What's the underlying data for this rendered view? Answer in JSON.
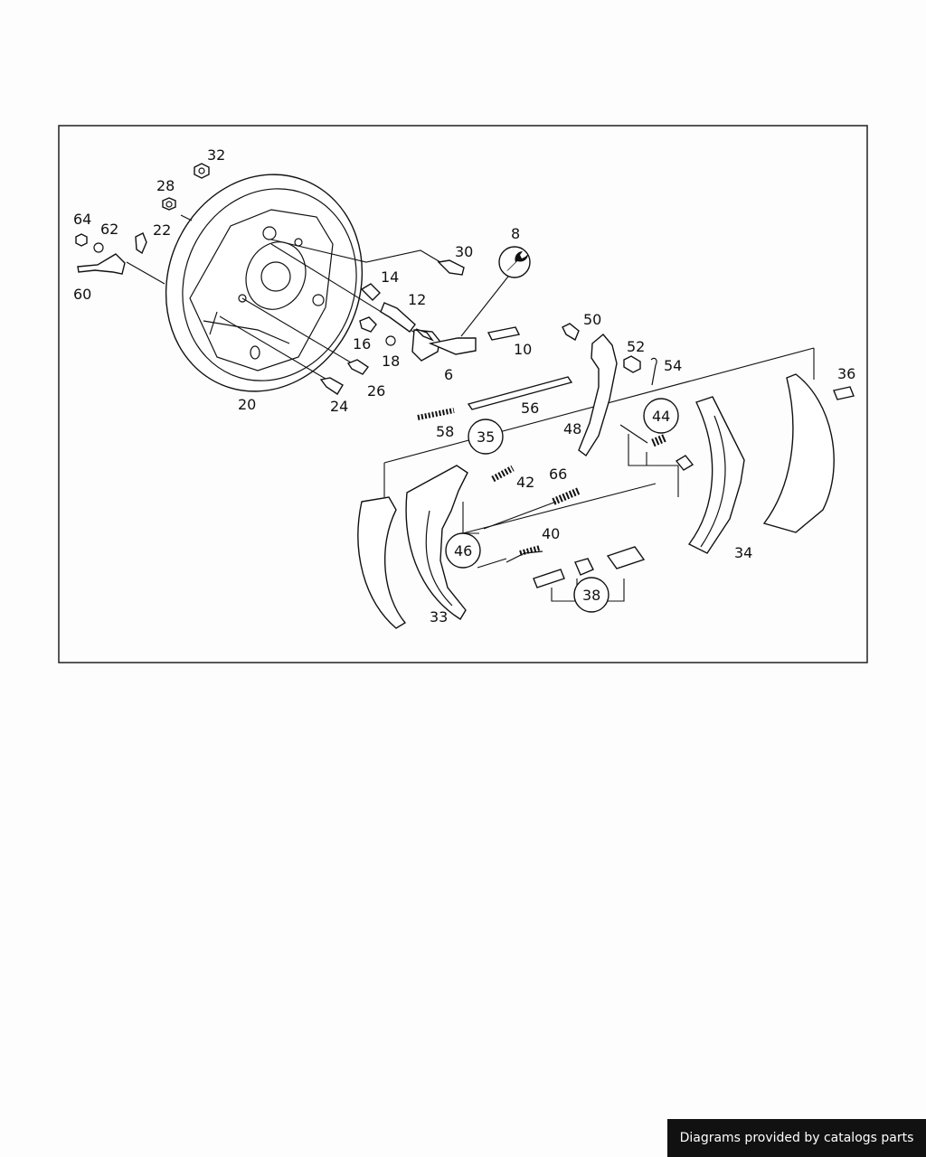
{
  "diagram": {
    "labels": [
      "32",
      "28",
      "64",
      "62",
      "22",
      "60",
      "8",
      "30",
      "14",
      "12",
      "16",
      "18",
      "6",
      "10",
      "50",
      "52",
      "54",
      "36",
      "20",
      "24",
      "26",
      "56",
      "58",
      "48",
      "35",
      "44",
      "42",
      "66",
      "46",
      "40",
      "38",
      "34",
      "33"
    ],
    "callouts": [
      "35",
      "44",
      "46",
      "38"
    ],
    "wrench_icon": "wrench-icon"
  },
  "footer": {
    "text": "Diagrams provided by catalogs parts"
  }
}
